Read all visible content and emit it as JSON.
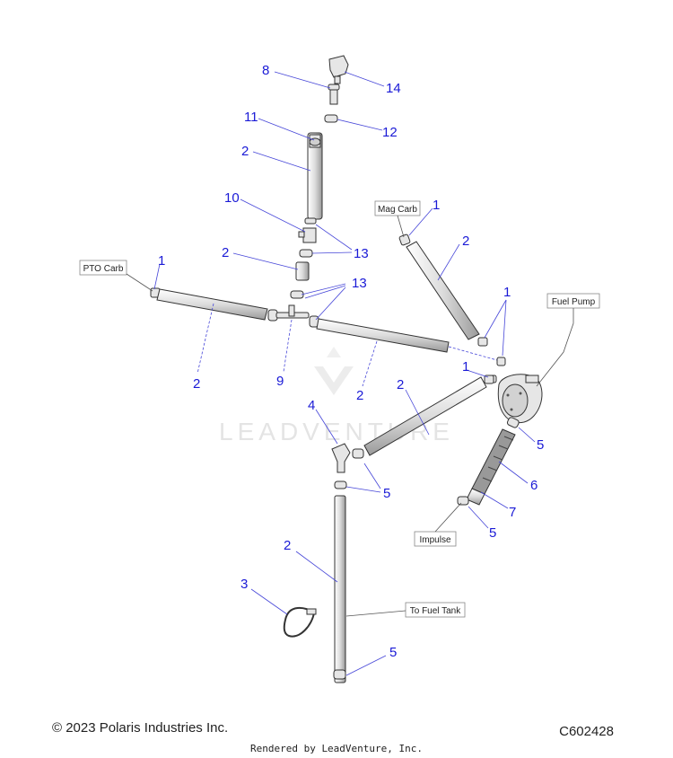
{
  "callouts": {
    "fuel_pump": "Fuel Pump",
    "mag_carb": "Mag Carb",
    "pto_carb": "PTO Carb",
    "impulse": "Impulse",
    "to_fuel_tank": "To Fuel Tank"
  },
  "watermark": "LEADVENTURE",
  "numbers": {
    "n1": "1",
    "n2": "2",
    "n3": "3",
    "n4": "4",
    "n5": "5",
    "n6": "6",
    "n7": "7",
    "n8": "8",
    "n9": "9",
    "n10": "10",
    "n11": "11",
    "n12": "12",
    "n13": "13",
    "n14": "14"
  },
  "footer": {
    "copyright": "© 2023 Polaris Industries Inc.",
    "diagram_id": "C602428",
    "rendered_by": "Rendered by LeadVenture, Inc."
  },
  "colors": {
    "callout_number": "#1a1ad6",
    "leader_line": "#4646d8",
    "tube_fill": "#e8e8e8",
    "watermark": "#e4e4e4"
  }
}
